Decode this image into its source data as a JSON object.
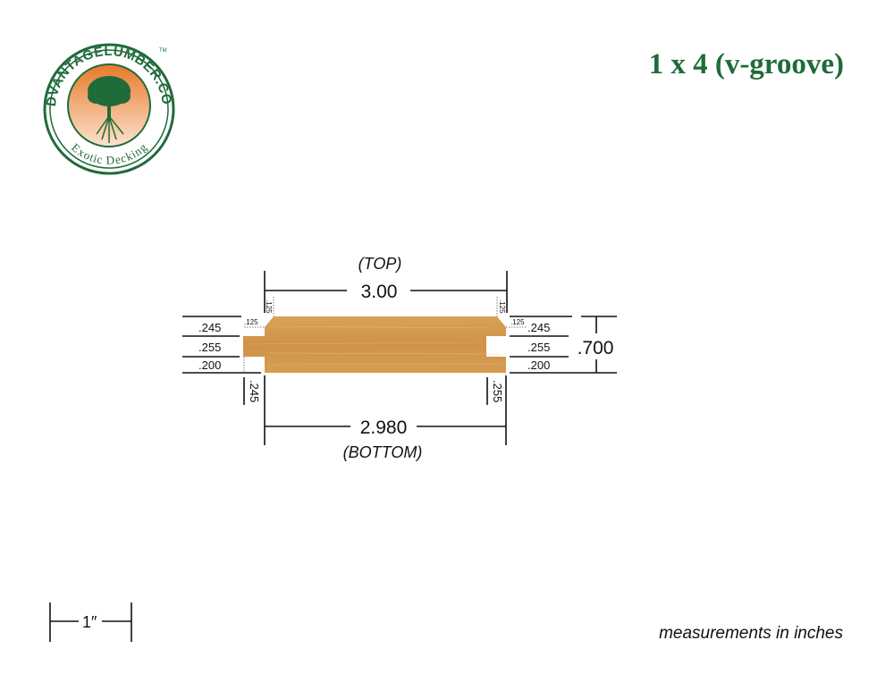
{
  "title": "1 x 4 (v-groove)",
  "logo": {
    "brand": "ADVANTAGELUMBER.COM",
    "tagline": "Exotic Decking",
    "tm": "TM"
  },
  "colors": {
    "green": "#1f6b3a",
    "orange": "#e8843a",
    "wood": "#d49a4a"
  },
  "diagram": {
    "top_label": "(TOP)",
    "bottom_label": "(BOTTOM)",
    "top_width": "3.00",
    "bottom_width": "2.980",
    "thickness": ".700",
    "left_layers": [
      ".245",
      ".255",
      ".200"
    ],
    "right_layers": [
      ".245",
      ".255",
      ".200"
    ],
    "chamfer_left_v": ".125",
    "chamfer_left_h": ".125",
    "chamfer_right_v": ".125",
    "chamfer_right_h": ".125",
    "tongue_depth": ".245",
    "groove_depth": ".255"
  },
  "scale": {
    "label": "1″"
  },
  "note": "measurements in inches"
}
